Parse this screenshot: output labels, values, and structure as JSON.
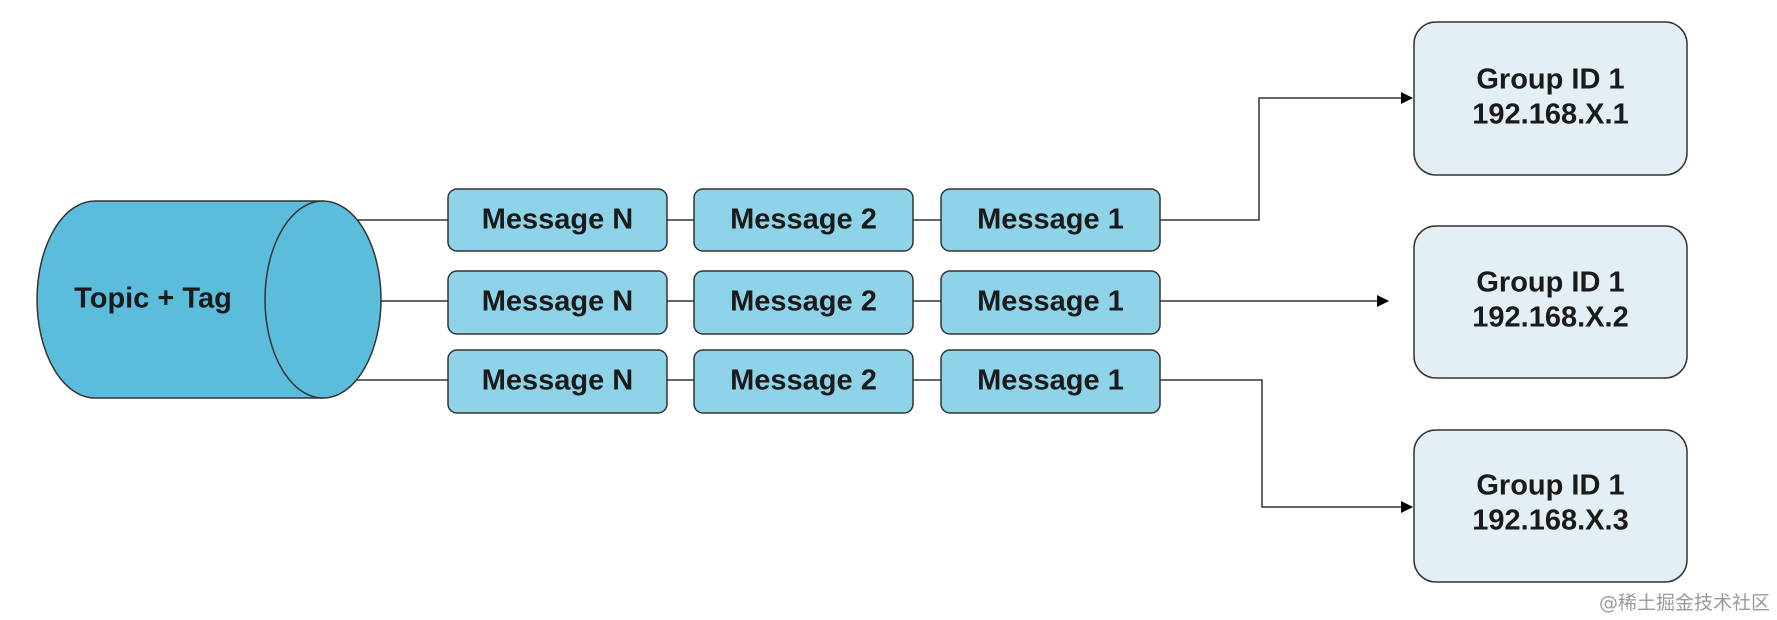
{
  "topic": {
    "label": "Topic + Tag"
  },
  "queues": [
    {
      "messages": [
        "Message N",
        "Message 2",
        "Message 1"
      ]
    },
    {
      "messages": [
        "Message N",
        "Message 2",
        "Message 1"
      ]
    },
    {
      "messages": [
        "Message N",
        "Message 2",
        "Message 1"
      ]
    }
  ],
  "consumers": [
    {
      "group": "Group ID 1",
      "address": "192.168.X.1"
    },
    {
      "group": "Group ID 1",
      "address": "192.168.X.2"
    },
    {
      "group": "Group ID 1",
      "address": "192.168.X.3"
    }
  ],
  "watermark": "@稀土掘金技术社区",
  "colors": {
    "cylinder": "#5bbcdc",
    "message_box": "#8fd3e8",
    "consumer_box": "#e3eff4",
    "stroke": "#333333"
  }
}
